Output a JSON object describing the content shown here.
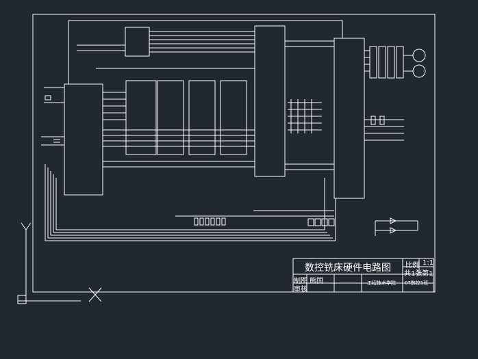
{
  "drawing": {
    "title": "数控铣床硬件电路图",
    "rows": {
      "scale_label": "比例",
      "scale_value": "1:1",
      "sheet_label": "共1张",
      "sheet_value": "第1",
      "drawn_label": "制图",
      "drawn_name": "熊国",
      "check_label": "审核",
      "org_text": "工程技术学院",
      "class_text": "07数控1班"
    }
  },
  "colors": {
    "background": "#212830",
    "line": "#ffffff"
  }
}
